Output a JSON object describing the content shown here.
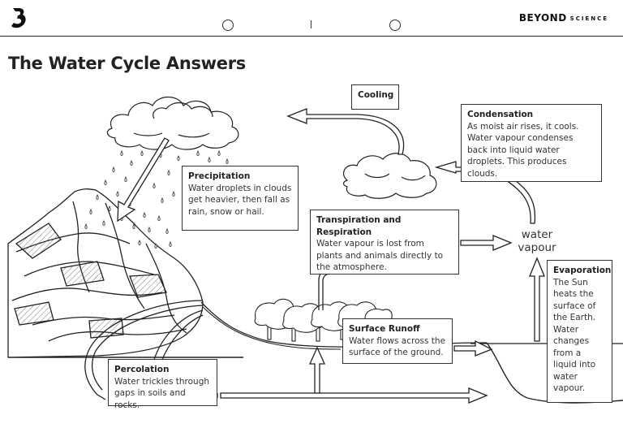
{
  "header": {
    "brand": "BEYOND",
    "brand_sub": "SCIENCE"
  },
  "title": {
    "main": "The Water Cycle",
    "bold": "Answers"
  },
  "labels": {
    "cooling": "Cooling",
    "condensation": {
      "title": "Condensation",
      "text": "As moist air rises, it cools. Water vapour condenses back into liquid water droplets. This produces clouds."
    },
    "precipitation": {
      "title": "Precipitation",
      "text": "Water droplets in clouds get heavier, then fall as rain, snow or hail."
    },
    "transpiration": {
      "title": "Transpiration and Respiration",
      "text": "Water vapour is lost from plants and animals directly to the atmosphere."
    },
    "water_vapour": "water vapour",
    "evaporation": {
      "title": "Evaporation",
      "text": "The Sun heats the surface of the Earth. Water changes from a liquid into water vapour."
    },
    "surface_runoff": {
      "title": "Surface Runoff",
      "text": "Water flows across the surface of the ground."
    },
    "percolation": {
      "title": "Percolation",
      "text": "Water trickles through gaps in soils and rocks."
    }
  },
  "colors": {
    "ink": "#222222",
    "paper": "#ffffff"
  }
}
